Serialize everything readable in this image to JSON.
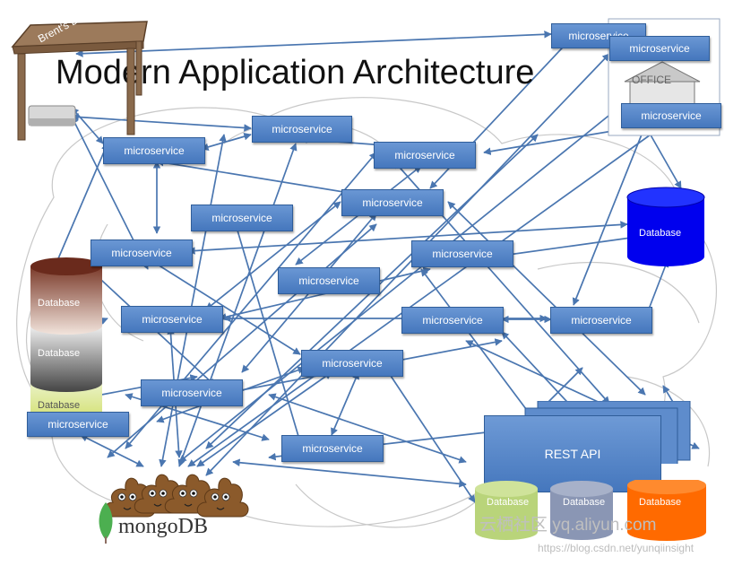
{
  "title": "Modern Application Architecture",
  "desk_label": "Brent's Desk",
  "office_label": "OFFICE",
  "microservice_label": "microservice",
  "database_label": "Database",
  "rest_api_label": "REST API",
  "mongodb_logo_text": "mongoDB",
  "watermark_text": "云栖社区 yq.aliyun.com",
  "url_watermark": "https://blog.csdn.net/yunqiinsight",
  "colors": {
    "microservice_fill": "#4f81bd",
    "arrow": "#4a76b0",
    "database_blue": "#0000ee",
    "database_orange": "#ff6a00",
    "database_green": "#b9d47a",
    "database_gray": "#8a96b4",
    "poop": "#8b5a2b",
    "mongodb_leaf": "#4caf50"
  },
  "icons": [
    "desk-icon",
    "mac-mini-icon",
    "office-building-icon",
    "poop-emoji-icon",
    "mongodb-leaf-icon",
    "database-cylinder-icon"
  ]
}
